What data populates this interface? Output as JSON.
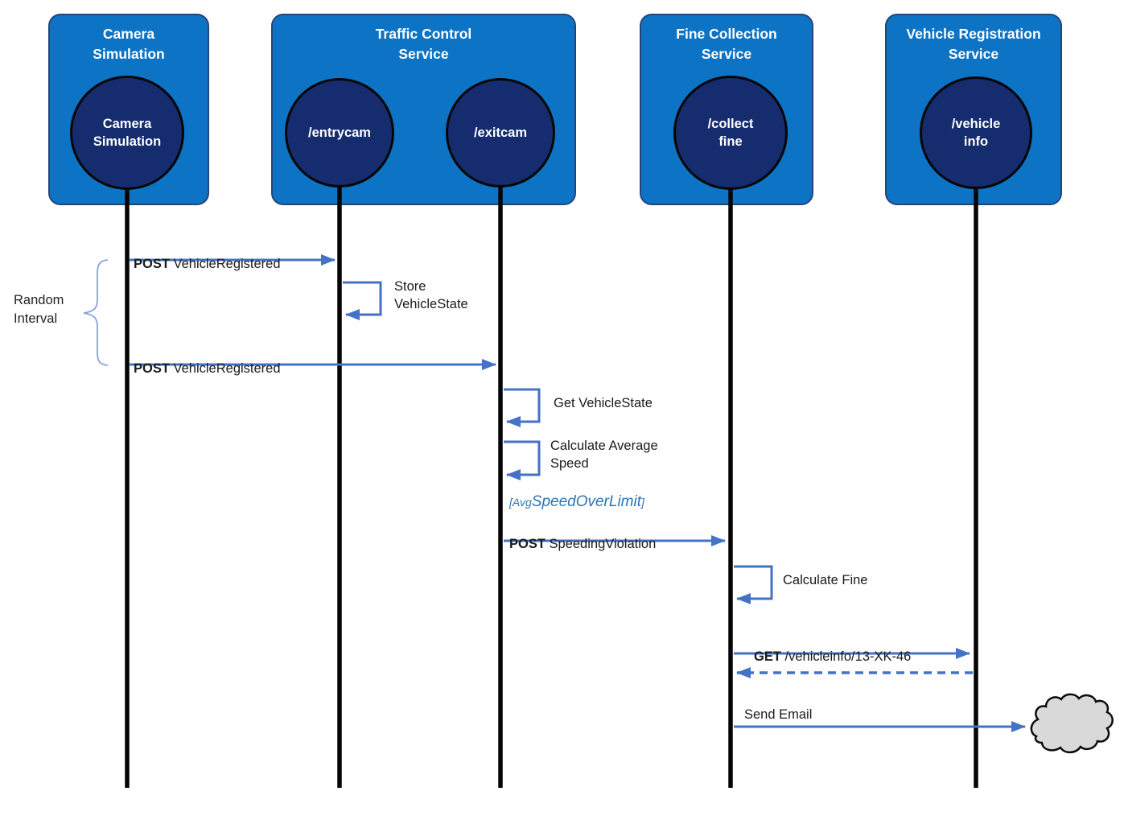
{
  "services": {
    "camera": {
      "title": "Camera\nSimulation",
      "node": "Camera\nSimulation"
    },
    "traffic": {
      "title": "Traffic Control\nService",
      "entry_node": "/entrycam",
      "exit_node": "/exitcam"
    },
    "fine": {
      "title": "Fine Collection\nService",
      "node": "/collect\nfine"
    },
    "vehicle": {
      "title": "Vehicle Registration\nService",
      "node": "/vehicle\ninfo"
    }
  },
  "messages": {
    "post_vehicle_registered_1": {
      "verb": "POST",
      "text": " VehicleRegistered"
    },
    "store_vehicle_state": "Store\nVehicleState",
    "post_vehicle_registered_2": {
      "verb": "POST",
      "text": " VehicleRegistered"
    },
    "get_vehicle_state": "Get VehicleState",
    "calculate_average_speed": "Calculate Average\nSpeed",
    "condition": {
      "open": "[Avg",
      "emphasis": "SpeedOverLimit",
      "close": "]"
    },
    "post_speeding_violation": {
      "verb": "POST",
      "text": " SpeedingViolation"
    },
    "calculate_fine": "Calculate Fine",
    "get_vehicle_info": {
      "verb": "GET",
      "text": " /vehicleinfo/13-XK-46"
    },
    "send_email": "Send Email"
  },
  "annotations": {
    "random_interval": "Random\nInterval"
  },
  "icons": {
    "cloud": "cloud-icon"
  },
  "colors": {
    "service_box_fill": "#0d73c4",
    "service_box_border": "#24457c",
    "node_fill": "#152c6e",
    "lifeline": "#050505",
    "arrow": "#4472c4",
    "condition_text": "#2e74b5",
    "brace": "#87a3da",
    "cloud_fill": "#d9d9d9",
    "cloud_border": "#0d0d0d",
    "text": "#1b1b1b"
  }
}
